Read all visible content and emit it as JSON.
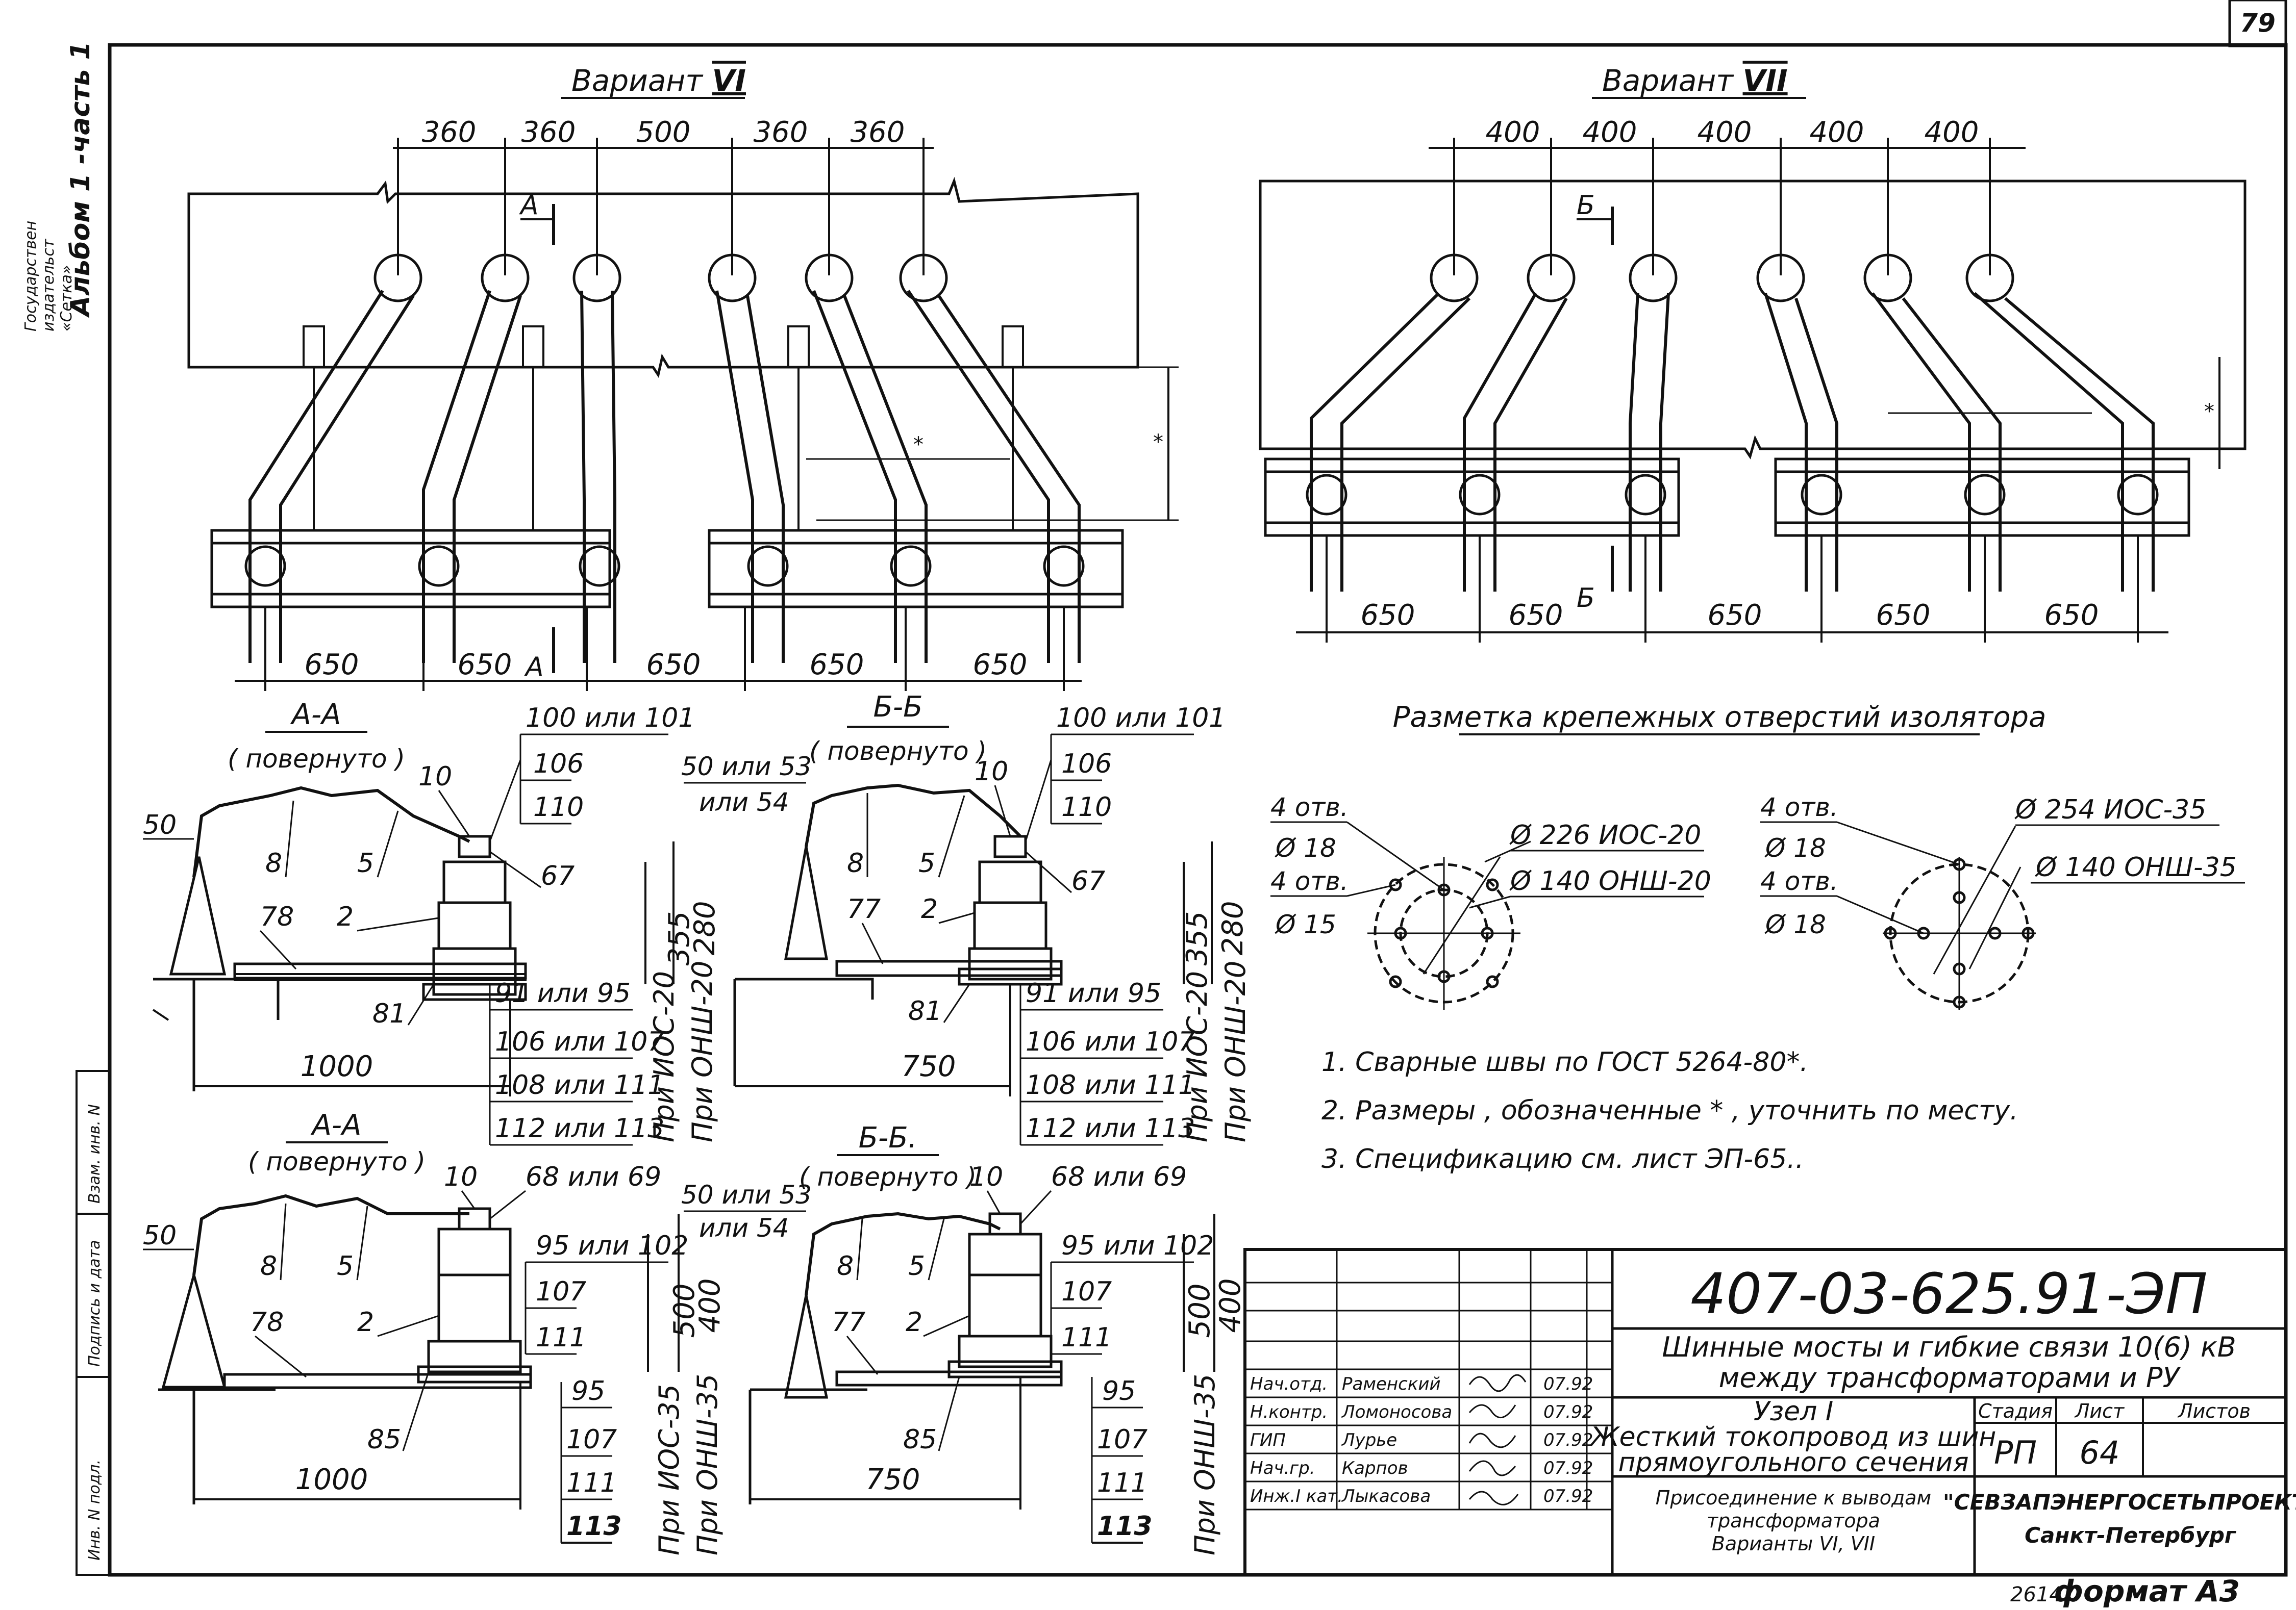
{
  "sheet_number": "79",
  "side_strip": {
    "album": "Альбом 1 -часть 1",
    "org_text": [
      "Государствен",
      "издательст",
      "«Сетка»"
    ],
    "stamp_labels": [
      "Взам. инв. N",
      "Подпись и дата",
      "Инв. N подл."
    ]
  },
  "variant_vi": {
    "title": "Вариант",
    "numeral": "VI",
    "top_dims": [
      "360",
      "360",
      "500",
      "360",
      "360"
    ],
    "bottom_dims": [
      "650",
      "650",
      "650",
      "650",
      "650"
    ],
    "section_mark": "А",
    "star": "*"
  },
  "variant_vii": {
    "title": "Вариант",
    "numeral": "VII",
    "top_dims": [
      "400",
      "400",
      "400",
      "400",
      "400"
    ],
    "bottom_dims": [
      "650",
      "650",
      "650",
      "650",
      "650"
    ],
    "section_mark": "Б",
    "star": "*"
  },
  "sections": [
    {
      "title": "А-А",
      "subtitle": "( повернуто )",
      "left_labels": [
        "50",
        "8",
        "5",
        "78",
        "2",
        "81"
      ],
      "top_label": "10",
      "callout_box": [
        "100 или 101",
        "106",
        "110"
      ],
      "label_67": "67",
      "dims_v": [
        "355",
        "280"
      ],
      "bottom_list": [
        "91 или 95",
        "106 или 107",
        "108 или 111",
        "112 или 113"
      ],
      "width_dim": "1000",
      "rot_labels": [
        "При ИОС-20",
        "При ОНШ-20"
      ]
    },
    {
      "title": "Б-Б",
      "subtitle": "( повернуто )",
      "left_labels": [
        "50 или 53",
        "или 54",
        "8",
        "5",
        "77",
        "2",
        "81"
      ],
      "top_label": "10",
      "callout_box": [
        "100 или 101",
        "106",
        "110"
      ],
      "label_67": "67",
      "dims_v": [
        "355",
        "280"
      ],
      "bottom_list": [
        "91 или 95",
        "106 или 107",
        "108 или 111",
        "112 или 113"
      ],
      "width_dim": "750",
      "rot_labels": [
        "При ИОС-20",
        "При ОНШ-20"
      ]
    },
    {
      "title": "А-А",
      "subtitle": "( повернуто )",
      "left_labels": [
        "50",
        "8",
        "5",
        "78",
        "2",
        "85"
      ],
      "top_label": "10",
      "top_right": "68 или 69",
      "callout_box": [
        "95 или 102",
        "107",
        "111"
      ],
      "dims_v": [
        "500",
        "400"
      ],
      "bottom_list": [
        "95",
        "107",
        "111",
        "113"
      ],
      "width_dim": "1000",
      "rot_labels": [
        "При ИОС-35",
        "При ОНШ-35"
      ]
    },
    {
      "title": "Б-Б.",
      "subtitle": "( повернуто )",
      "left_labels": [
        "50 или 53",
        "или 54",
        "8",
        "5",
        "77",
        "2",
        "85"
      ],
      "top_label": "10",
      "top_right": "68 или 69",
      "callout_box": [
        "95 или 102",
        "107",
        "111"
      ],
      "dims_v": [
        "500",
        "400"
      ],
      "bottom_list": [
        "95",
        "107",
        "111",
        "113"
      ],
      "width_dim": "750",
      "rot_labels": [
        "При ОНШ-35"
      ]
    }
  ],
  "marking": {
    "title": "Разметка крепежных отверстий изолятора",
    "left": {
      "labels": [
        "4 отв.",
        "Ø 18",
        "4 отв.",
        "Ø 15"
      ],
      "callouts": [
        "Ø 226 ИОС-20",
        "Ø 140 ОНШ-20"
      ]
    },
    "right": {
      "labels": [
        "4 отв.",
        "Ø 18",
        "4 отв.",
        "Ø 18"
      ],
      "callouts": [
        "Ø 254 ИОС-35",
        "Ø 140 ОНШ-35"
      ]
    }
  },
  "notes": [
    "1. Сварные швы по ГОСТ 5264-80*.",
    "2. Размеры , обозначенные * , уточнить по месту.",
    "3. Спецификацию см. лист ЭП-65.."
  ],
  "title_block": {
    "code": "407-03-625.91-ЭП",
    "project_title_1": "Шинные мосты и гибкие связи 10(6) кВ",
    "project_title_2": "между трансформаторами и РУ",
    "node": "Узел I",
    "node_desc_1": "Жесткий токопровод из шин",
    "node_desc_2": "прямоугольного сечения",
    "sheet_desc": [
      "Присоединение к выводам",
      "трансформатора",
      "Варианты VI, VII"
    ],
    "stage_header": "Стадия",
    "sheet_header": "Лист",
    "sheets_header": "Листов",
    "stage": "РП",
    "sheet": "64",
    "org": "\"СЕВЗАПЭНЕРГОСЕТЬПРОЕКТ\"",
    "city": "Санкт-Петербург",
    "signatures": [
      {
        "role": "Нач.отд.",
        "name": "Раменский",
        "date": "07.92"
      },
      {
        "role": "Н.контр.",
        "name": "Ломоносова",
        "date": "07.92"
      },
      {
        "role": "ГИП",
        "name": "Лурье",
        "date": "07.92"
      },
      {
        "role": "Нач.гр.",
        "name": "Карпов",
        "date": "07.92"
      },
      {
        "role": "Инж.I кат.",
        "name": "Лыкасова",
        "date": "07.92"
      }
    ]
  },
  "footer": {
    "format": "формат А3",
    "handwritten": "26147"
  }
}
